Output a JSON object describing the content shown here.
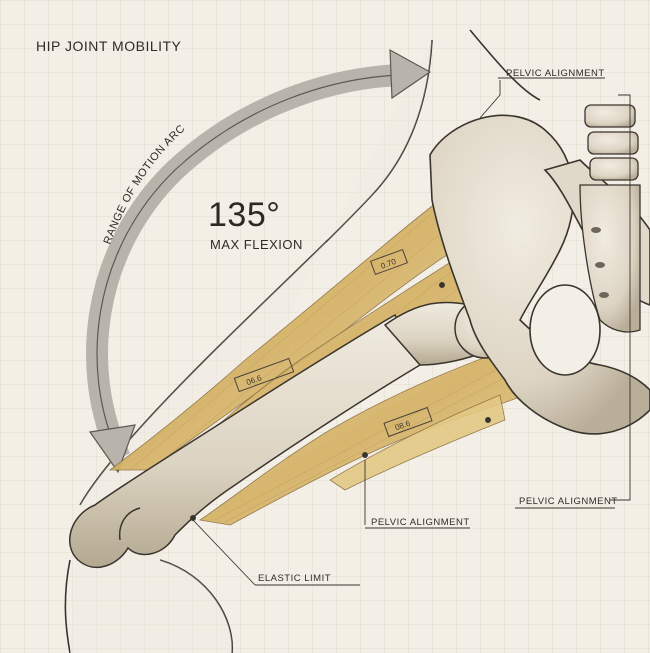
{
  "title": "HIP JOINT MOBILITY",
  "arc_label": "RANGE OF MOTION ARC",
  "flexion": {
    "value": "135°",
    "label": "MAX FLEXION"
  },
  "callouts": {
    "top": "PELVIC ALIGNMENT",
    "right": "PELVIC ALIGNMENT",
    "middle": "PELVIC ALIGNMENT",
    "bottom": "ELASTIC LIMIT"
  },
  "muscle_tags": [
    "0.70",
    "06.6",
    "08.6"
  ],
  "colors": {
    "paper": "#f3efe6",
    "grid": "#d9d3c6",
    "bone": "#e4ddcf",
    "muscle": "#d8b768",
    "ink": "#3a342e"
  }
}
